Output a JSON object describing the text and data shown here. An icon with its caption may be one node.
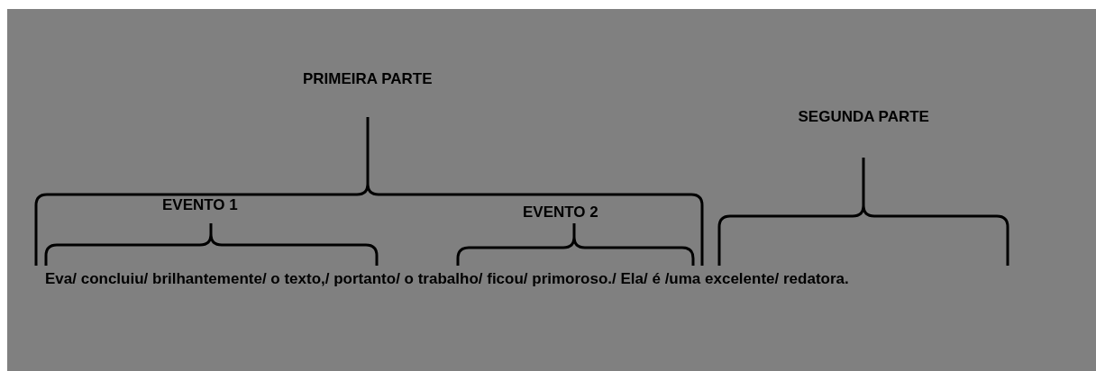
{
  "diagram": {
    "labels": [
      "PRIMEIRA PARTE",
      "SEGUNDA PARTE",
      "EVENTO 1",
      "EVENTO 2",
      "Eva/ concluiu/ brilhantemente/ o texto,/ portanto/ o trabalho/ ficou/ primoroso./ Ela/ é /uma excelente/ redatora."
    ]
  }
}
